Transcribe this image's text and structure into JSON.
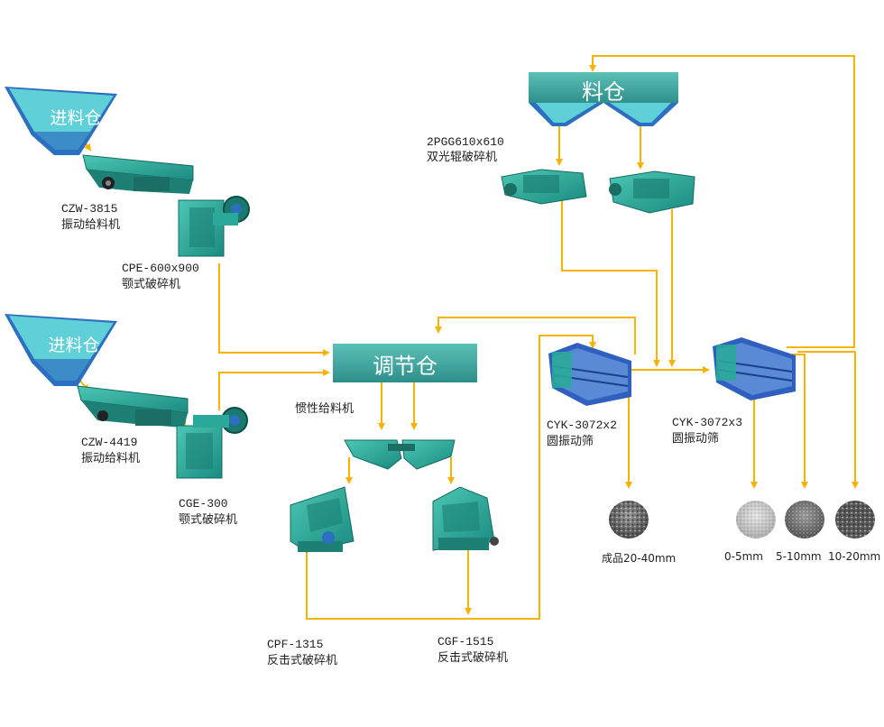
{
  "colors": {
    "flow": "#f6b300",
    "teal_box": "#3f9f9a",
    "hopper_fill": "#55c5cf",
    "hopper_blue": "#2c6fc0",
    "machine": "#2aa99a",
    "screen_blue": "#2f5fbf"
  },
  "nodes": {
    "feed_hopper_1": {
      "label": "进料仓"
    },
    "feed_hopper_2": {
      "label": "进料仓"
    },
    "buffer_bin": {
      "label": "调节仓"
    },
    "material_bin": {
      "label": "料仓"
    },
    "vibrating_feeder_1": {
      "model": "CZW-3815",
      "name": "振动给料机"
    },
    "jaw_crusher_1": {
      "model": "CPE-600x900",
      "name": "颚式破碎机"
    },
    "vibrating_feeder_2": {
      "model": "CZW-4419",
      "name": "振动给料机"
    },
    "jaw_crusher_2": {
      "model": "CGE-300",
      "name": "颚式破碎机"
    },
    "inertia_feeder": {
      "name": "惯性给料机"
    },
    "impact_crusher_1": {
      "model": "CPF-1315",
      "name": "反击式破碎机"
    },
    "impact_crusher_2": {
      "model": "CGF-1515",
      "name": "反击式破碎机"
    },
    "roll_crusher": {
      "model": "2PGG610x610",
      "name": "双光辊破碎机"
    },
    "screen_1": {
      "model": "CYK-3072x2",
      "name": "圆振动筛"
    },
    "screen_2": {
      "model": "CYK-3072x3",
      "name": "圆振动筛"
    }
  },
  "products": [
    {
      "label": "成品20-40mm",
      "icon": "gravel-coarse-icon"
    },
    {
      "label": "0-5mm",
      "icon": "sand-icon"
    },
    {
      "label": "5-10mm",
      "icon": "gravel-fine-icon"
    },
    {
      "label": "10-20mm",
      "icon": "gravel-medium-icon"
    }
  ]
}
